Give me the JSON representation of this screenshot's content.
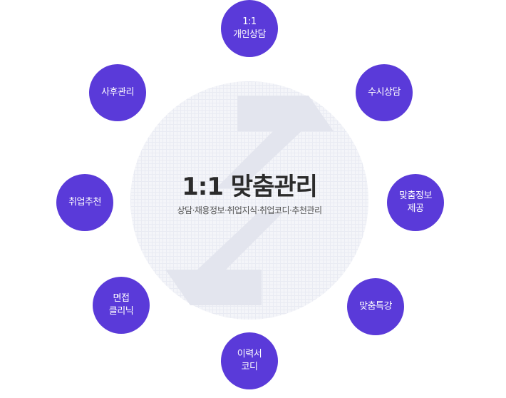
{
  "center": {
    "title": "1:1 맞춤관리",
    "subtitle": "상담·채용정보·취업지식·취업코디·추천관리"
  },
  "nodes": [
    {
      "lines": [
        "1:1",
        "개인상담"
      ]
    },
    {
      "lines": [
        "수시상담"
      ]
    },
    {
      "lines": [
        "맞춤정보",
        "제공"
      ]
    },
    {
      "lines": [
        "맞춤특강"
      ]
    },
    {
      "lines": [
        "이력서",
        "코디"
      ]
    },
    {
      "lines": [
        "면접",
        "클리닉"
      ]
    },
    {
      "lines": [
        "취업추천"
      ]
    },
    {
      "lines": [
        "사후관리"
      ]
    }
  ],
  "colors": {
    "node": "#5a3ad9",
    "disc": "#f4f5f9",
    "arrow": "#e3e5ee",
    "title": "#2b2b2b"
  },
  "icons": {
    "center_graphic": "circular-arrows-icon"
  }
}
